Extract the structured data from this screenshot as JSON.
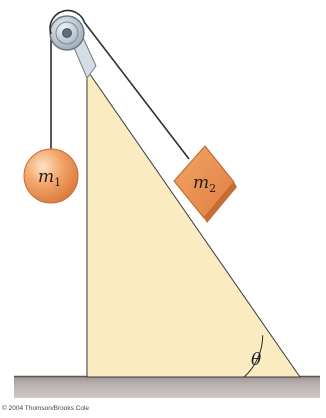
{
  "diagram": {
    "mass1": {
      "symbol": "m",
      "subscript": "1"
    },
    "mass2": {
      "symbol": "m",
      "subscript": "2"
    },
    "angle": {
      "symbol": "θ"
    },
    "copyright": "© 2004 Thomson/Brooks Cole"
  },
  "colors": {
    "incline": "#faecc0",
    "incline_edge": "#3a3a3a",
    "ground": "#aea4a4",
    "ground_edge": "#5e5454",
    "sphere": "#ef9a5a",
    "block": "#e58a4c",
    "rope": "#2f2f2f",
    "pulley": "#bcc7d2",
    "pulley_bracket": "#d6dde5"
  }
}
